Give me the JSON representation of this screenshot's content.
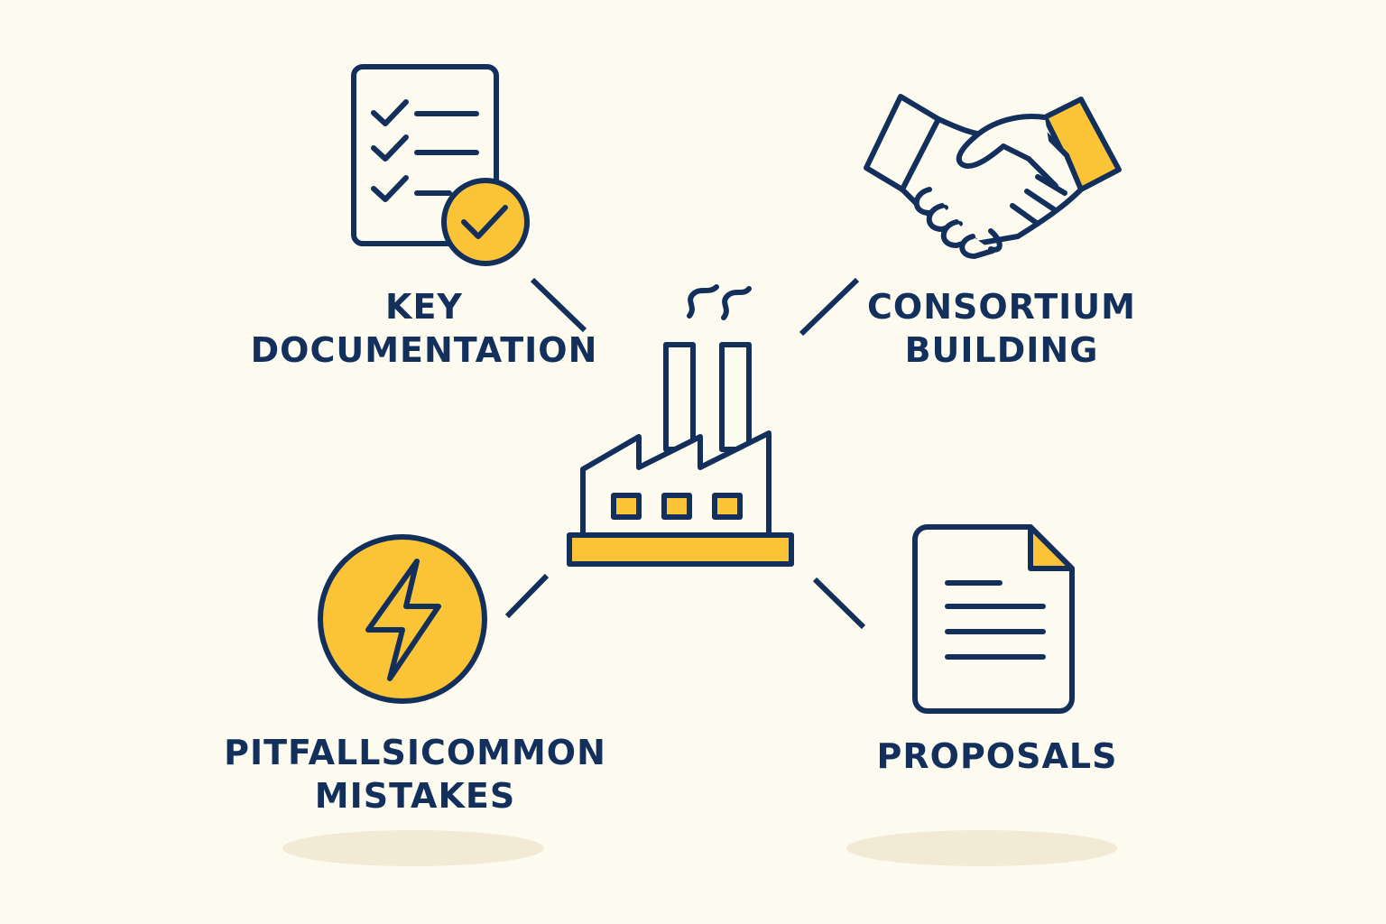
{
  "colors": {
    "navy": "#13305c",
    "yellow": "#fbc437",
    "background": "#fdfbf0",
    "shadow": "#f3ead6"
  },
  "center": {
    "icon": "factory-icon"
  },
  "nodes": [
    {
      "id": "key-documentation",
      "icon": "checklist-document-icon",
      "lines": [
        "KEY",
        "DOCUMENTATION"
      ]
    },
    {
      "id": "consortium-building",
      "icon": "handshake-icon",
      "lines": [
        "CONSORTIUM",
        "BUILDING"
      ]
    },
    {
      "id": "pitfalls",
      "icon": "lightning-bolt-icon",
      "lines": [
        "PITFALLSICOMMON",
        "MISTAKES"
      ]
    },
    {
      "id": "proposals",
      "icon": "document-icon",
      "lines": [
        "PROPOSALS"
      ]
    }
  ]
}
